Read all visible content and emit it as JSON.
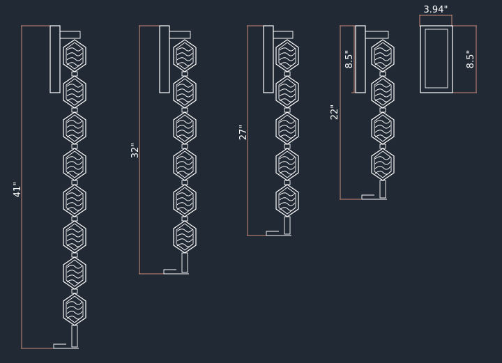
{
  "diagram": {
    "background_color": "#212934",
    "line_color": "#ffffff",
    "dimension_color": "#c98a7a",
    "fixtures": [
      {
        "name": "41 inch sconce",
        "height_label": "41\"",
        "segments": 8
      },
      {
        "name": "32 inch sconce",
        "height_label": "32\"",
        "segments": 6
      },
      {
        "name": "27 inch sconce",
        "height_label": "27\"",
        "segments": 5
      },
      {
        "name": "22 inch sconce",
        "height_label": "22\"",
        "segments": 4,
        "backplate_label": "8.5\""
      }
    ],
    "backplate_detail": {
      "width_label": "3.94\"",
      "height_label": "8.5\""
    }
  }
}
